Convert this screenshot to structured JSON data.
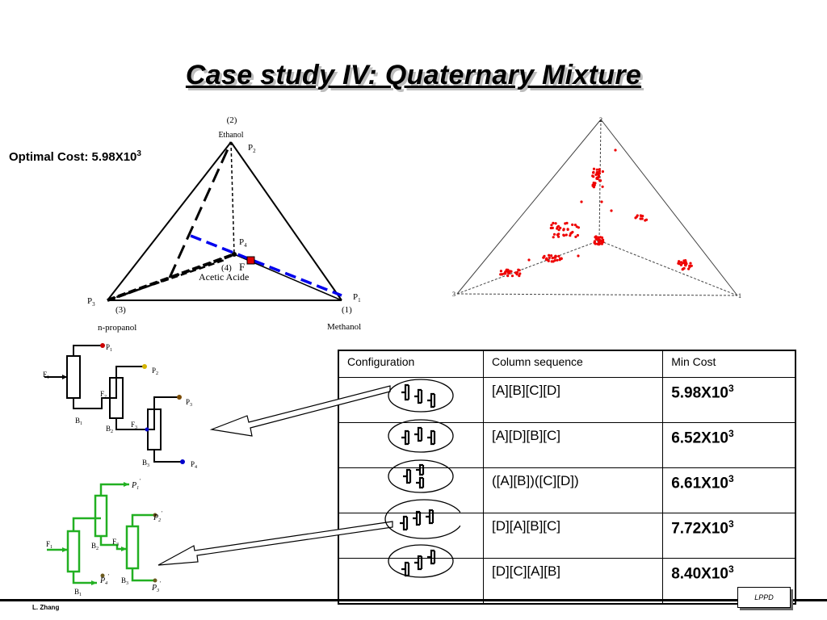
{
  "slide": {
    "title": "Case study IV: Quaternary Mixture",
    "optimal_cost_label": "Optimal Cost: 5.98X10",
    "optimal_cost_exp": "3",
    "author": "L. Zhang",
    "logo": "LPPD"
  },
  "tetrahedron": {
    "v2_num": "(2)",
    "v2_name": "Ethanol",
    "v4_num": "(4)",
    "v4_name": "Acetic Acide",
    "v3_num": "(3)",
    "v3_name": "n-propanol",
    "v1_num": "(1)",
    "v1_name": "Methanol",
    "p_letter": "P",
    "p1": "1",
    "p2": "2",
    "p3": "3",
    "p4": "4",
    "f_letter": "F",
    "colors": {
      "dash_blue": "#0000ee",
      "feed_red": "#dd0000"
    }
  },
  "scatter": {
    "vertex_top": "2",
    "vertex_left": "3",
    "vertex_right": "1",
    "point_color": "#ee0000"
  },
  "flowsheet_top": {
    "f1": "F",
    "f1_sub": "1",
    "f2": "F",
    "f2_sub": "2",
    "f3": "F",
    "f3_sub": "3",
    "b1": "B",
    "b1_sub": "1",
    "b2": "B",
    "b2_sub": "2",
    "b3": "B",
    "b3_sub": "3",
    "p1": "P",
    "p1_sub": "1",
    "p2": "P",
    "p2_sub": "2",
    "p3": "P",
    "p3_sub": "3",
    "p4": "P",
    "p4_sub": "4",
    "colors": {
      "p1": "#cc0000",
      "p2": "#d4b400",
      "p3": "#7a4a00",
      "p4": "#0000cc"
    }
  },
  "flowsheet_bottom": {
    "f1": "F",
    "f1_sub": "1",
    "f3": "F",
    "f3_sub": "3",
    "b1": "B",
    "b1_sub": "1",
    "b2": "B",
    "b2_sub": "2",
    "b3": "B",
    "b3_sub": "3",
    "p1": "P",
    "p1_sub": "1",
    "p2": "P",
    "p2_sub": "2",
    "p3": "P",
    "p3_sub": "3",
    "p4": "P",
    "p4_sub": "4",
    "prime": "'",
    "colors": {
      "line": "#22b022",
      "dot": "#6b5a1e"
    }
  },
  "table": {
    "headers": {
      "config": "Configuration",
      "sequence": "Column sequence",
      "cost": "Min Cost"
    },
    "rows": [
      {
        "sequence": "[A][B][C][D]",
        "cost": "5.98X10",
        "exp": "3"
      },
      {
        "sequence": "[A][D][B][C]",
        "cost": "6.52X10",
        "exp": "3"
      },
      {
        "sequence": "([A][B])([C][D])",
        "cost": "6.61X10",
        "exp": "3"
      },
      {
        "sequence": "[D][A][B][C]",
        "cost": "7.72X10",
        "exp": "3"
      },
      {
        "sequence": "[D][C][A][B]",
        "cost": "8.40X10",
        "exp": "3"
      }
    ]
  }
}
